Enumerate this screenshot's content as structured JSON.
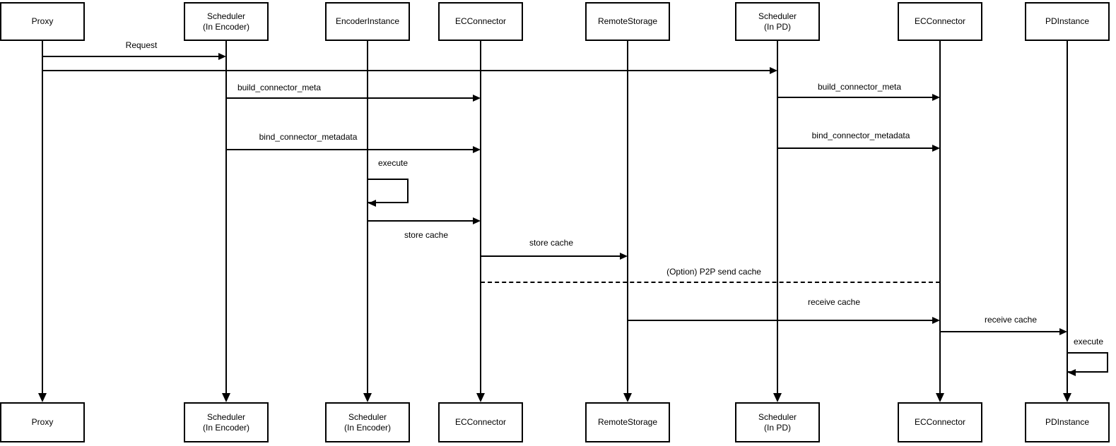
{
  "participants": {
    "top": [
      "Proxy",
      "Scheduler\n(In Encoder)",
      "EncoderInstance",
      "ECConnector",
      "RemoteStorage",
      "Scheduler\n(In PD)",
      "ECConnector",
      "PDInstance"
    ],
    "bottom": [
      "Proxy",
      "Scheduler\n(In Encoder)",
      "Scheduler\n(In Encoder)",
      "ECConnector",
      "RemoteStorage",
      "Scheduler\n(In PD)",
      "ECConnector",
      "PDInstance"
    ]
  },
  "messages": {
    "request": "Request",
    "build_meta_left": "build_connector_meta",
    "bind_metadata_left": "bind_connector_metadata",
    "execute_encoder": "execute",
    "store_cache_to_connector": "store cache",
    "store_cache_to_storage": "store cache",
    "p2p_send_cache": "(Option) P2P send cache",
    "build_meta_right": "build_connector_meta",
    "bind_metadata_right": "bind_connector_metadata",
    "receive_cache_to_connector": "receive cache",
    "receive_cache_to_pd": "receive cache",
    "execute_pd": "execute"
  },
  "colors": {
    "stroke": "#000000",
    "background": "#ffffff"
  }
}
